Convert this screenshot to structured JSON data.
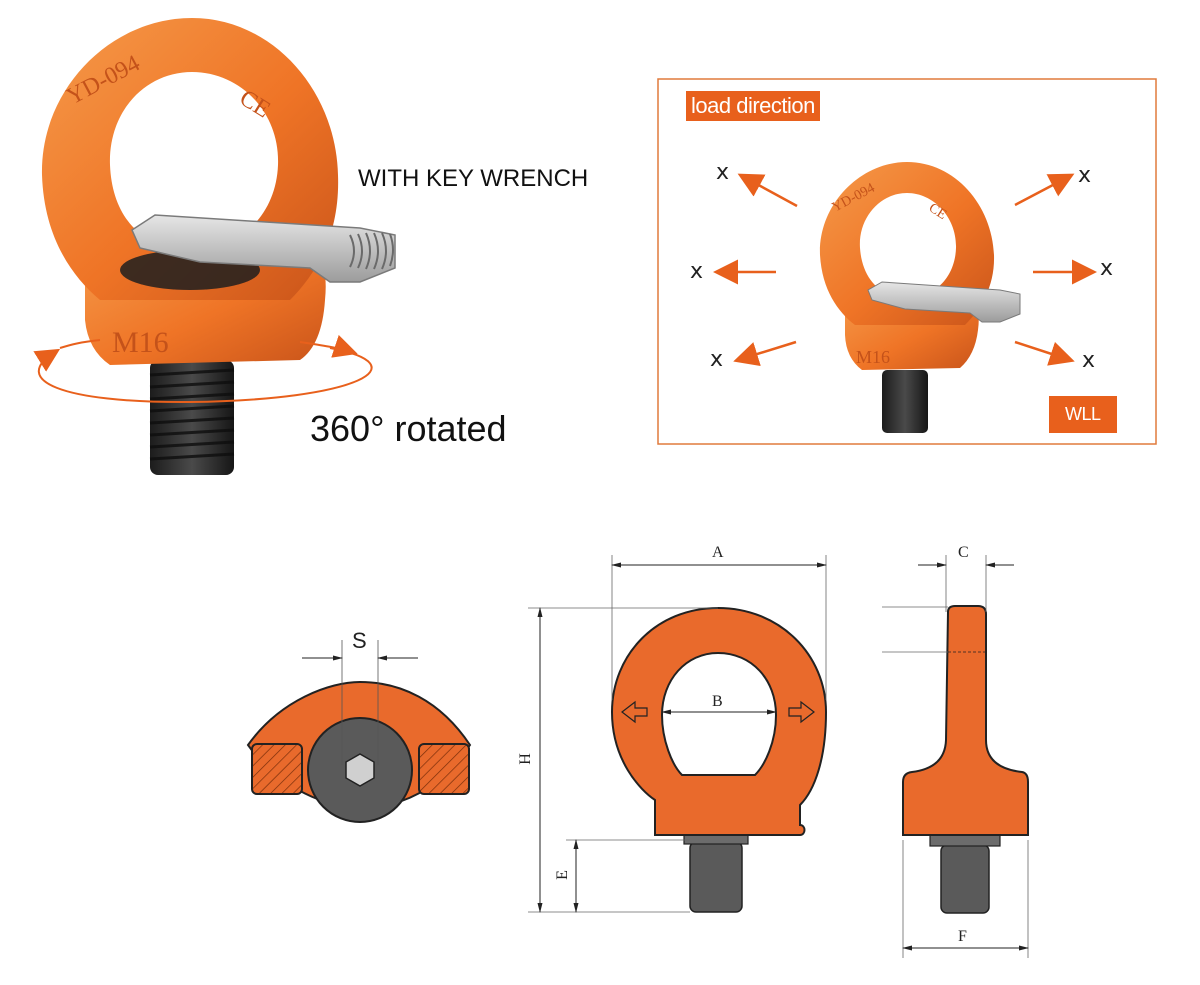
{
  "product_photo": {
    "ring_marking": "YD-094",
    "ce_mark": "CE",
    "size_marking": "M16",
    "key_wrench_label": "WITH KEY WRENCH",
    "rotation_label": "360° rotated"
  },
  "load_direction_panel": {
    "title": "load direction",
    "wll_label": "WLL",
    "x_marks": [
      "x",
      "x",
      "x",
      "x",
      "x",
      "x"
    ],
    "ring_marking": "YD-094",
    "ce_mark": "CE",
    "size_marking": "M16"
  },
  "drawings": {
    "top_view": {
      "dim_s": "S"
    },
    "front_view": {
      "dim_a": "A",
      "dim_b": "B",
      "dim_h": "H",
      "dim_e": "E"
    },
    "side_view": {
      "dim_c": "C",
      "dim_f": "F"
    }
  },
  "colors": {
    "accent": "#e8601c",
    "product_orange": "#f07a2a",
    "drawing_orange": "#e96a2c",
    "thread_dark": "#2b2b2b",
    "bolt_gray": "#5a5a5a",
    "frame": "#e07a3c"
  }
}
